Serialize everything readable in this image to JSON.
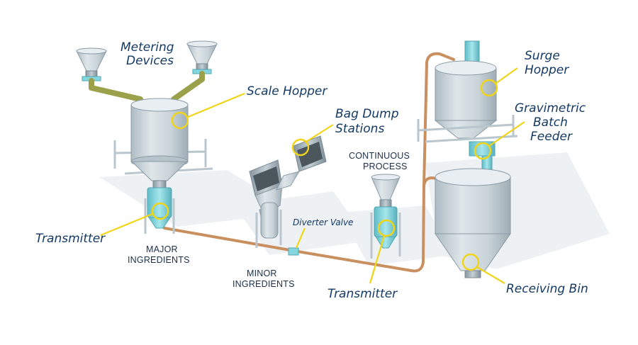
{
  "labels": {
    "metering_devices_line1": "Metering",
    "metering_devices_line2": "Devices",
    "scale_hopper": "Scale Hopper",
    "bag_dump_line1": "Bag Dump",
    "bag_dump_line2": "Stations",
    "continuous_line1": "CONTINUOUS",
    "continuous_line2": "PROCESS",
    "surge_line1": "Surge",
    "surge_line2": "Hopper",
    "gravimetric_line1": "Gravimetric",
    "gravimetric_line2": "Batch",
    "gravimetric_line3": "Feeder",
    "transmitter_left": "Transmitter",
    "major_line1": "MAJOR",
    "major_line2": "INGREDIENTS",
    "diverter_valve": "Diverter Valve",
    "minor_line1": "MINOR",
    "minor_line2": "INGREDIENTS",
    "transmitter_center": "Transmitter",
    "receiving_bin": "Receiving Bin"
  },
  "colors": {
    "callout_text": "#143a63",
    "leader": "#f0d418",
    "pipe_copper": "#c98f5f",
    "pipe_olive": "#9aa14a",
    "transmitter_cyan": "#84d7df",
    "metal": "#c8d2d7"
  }
}
